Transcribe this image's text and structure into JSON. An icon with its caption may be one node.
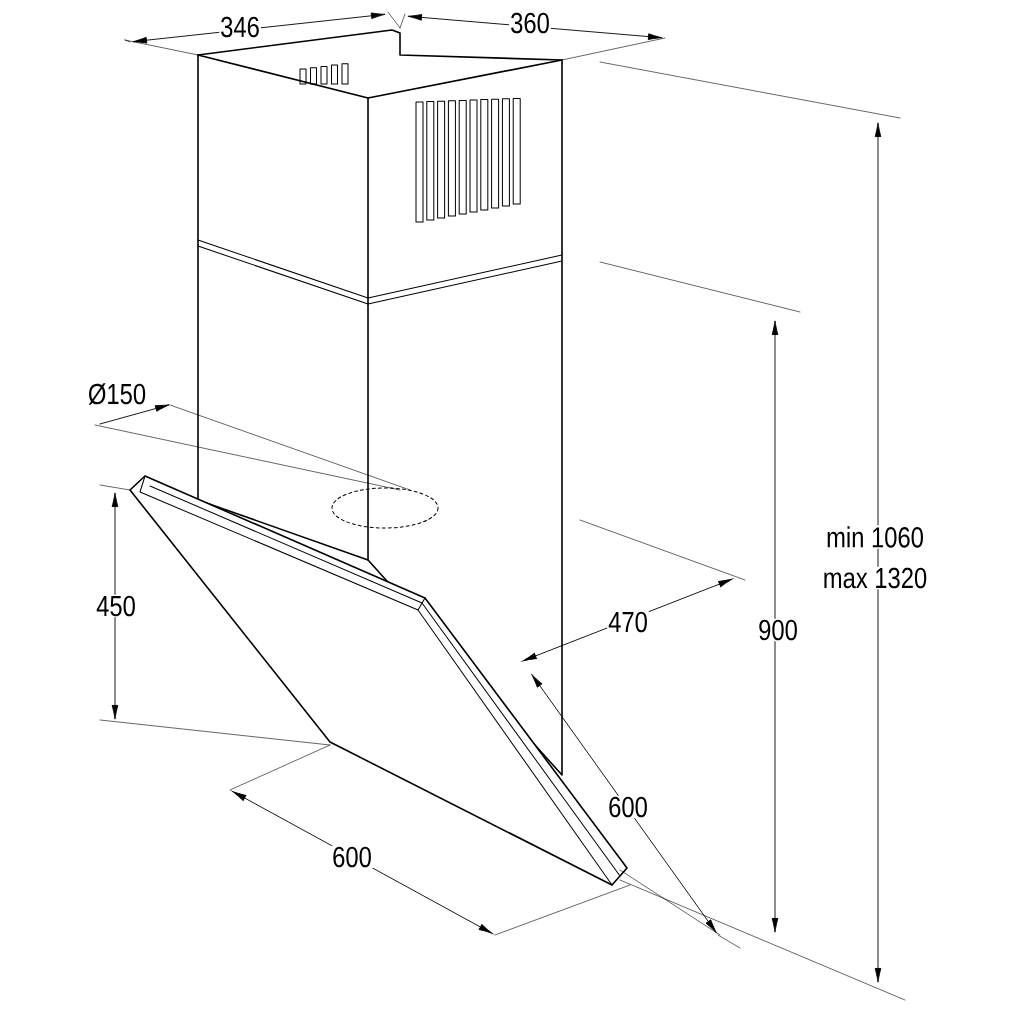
{
  "diagram": {
    "labels": [
      "346",
      "360",
      "Ø150",
      "min 1060",
      "max 1320",
      "450",
      "470",
      "900",
      "600",
      "600"
    ]
  }
}
